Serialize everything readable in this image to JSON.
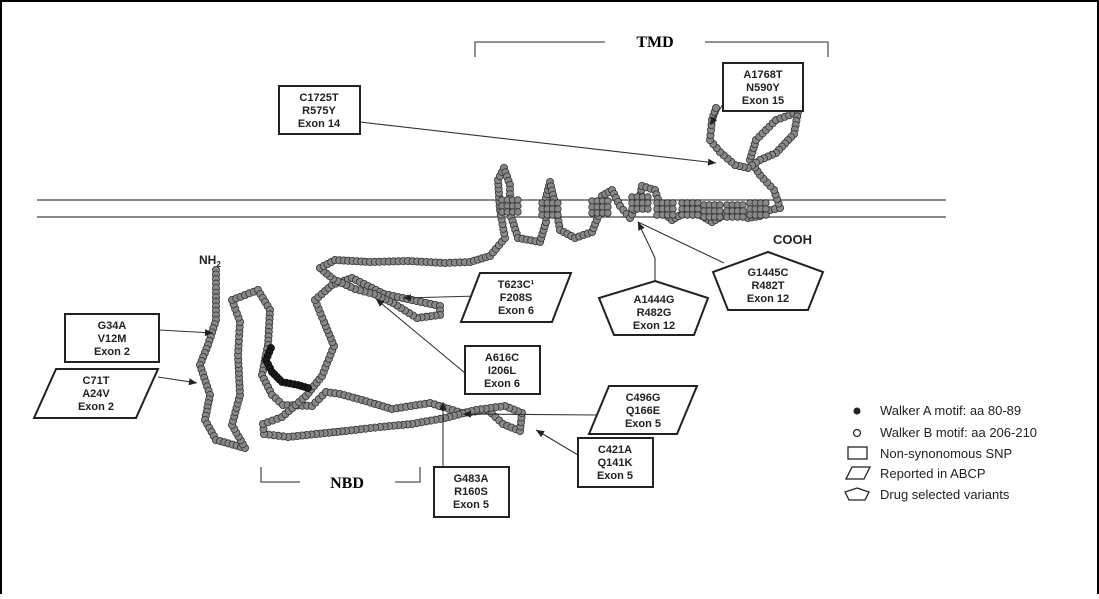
{
  "regions": {
    "tmd": "TMD",
    "nbd": "NBD",
    "nh2": "NH",
    "nh2_sub": "2",
    "cooh": "COOH"
  },
  "variants": [
    {
      "id": "c1725t",
      "shape": "rect",
      "lines": [
        "C1725T",
        "R575Y",
        "Exon 14"
      ]
    },
    {
      "id": "a1768t",
      "shape": "rect",
      "lines": [
        "A1768T",
        "N590Y",
        "Exon 15"
      ]
    },
    {
      "id": "g34a",
      "shape": "rect",
      "lines": [
        "G34A",
        "V12M",
        "Exon 2"
      ]
    },
    {
      "id": "c71t",
      "shape": "parallelogram",
      "lines": [
        "C71T",
        "A24V",
        "Exon 2"
      ]
    },
    {
      "id": "t623c",
      "shape": "parallelogram",
      "lines": [
        "T623C¹",
        "F208S",
        "Exon 6"
      ]
    },
    {
      "id": "a616c",
      "shape": "rect",
      "lines": [
        "A616C",
        "I206L",
        "Exon 6"
      ]
    },
    {
      "id": "a1444g",
      "shape": "pentagon",
      "lines": [
        "A1444G",
        "R482G",
        "Exon 12"
      ]
    },
    {
      "id": "g1445c",
      "shape": "pentagon",
      "lines": [
        "G1445C",
        "R482T",
        "Exon 12"
      ]
    },
    {
      "id": "c496g",
      "shape": "parallelogram",
      "lines": [
        "C496G",
        "Q166E",
        "Exon 5"
      ]
    },
    {
      "id": "c421a",
      "shape": "rect",
      "lines": [
        "C421A",
        "Q141K",
        "Exon 5"
      ]
    },
    {
      "id": "g483a",
      "shape": "rect",
      "lines": [
        "G483A",
        "R160S",
        "Exon 5"
      ]
    }
  ],
  "legend": [
    {
      "symbol": "filled-dot",
      "label": "Walker A motif: aa 80-89"
    },
    {
      "symbol": "open-dot",
      "label": "Walker B motif: aa 206-210"
    },
    {
      "symbol": "rectangle",
      "label": "Non-synonomous SNP"
    },
    {
      "symbol": "parallelogram",
      "label": "Reported in ABCP"
    },
    {
      "symbol": "pentagon",
      "label": "Drug selected variants"
    }
  ]
}
